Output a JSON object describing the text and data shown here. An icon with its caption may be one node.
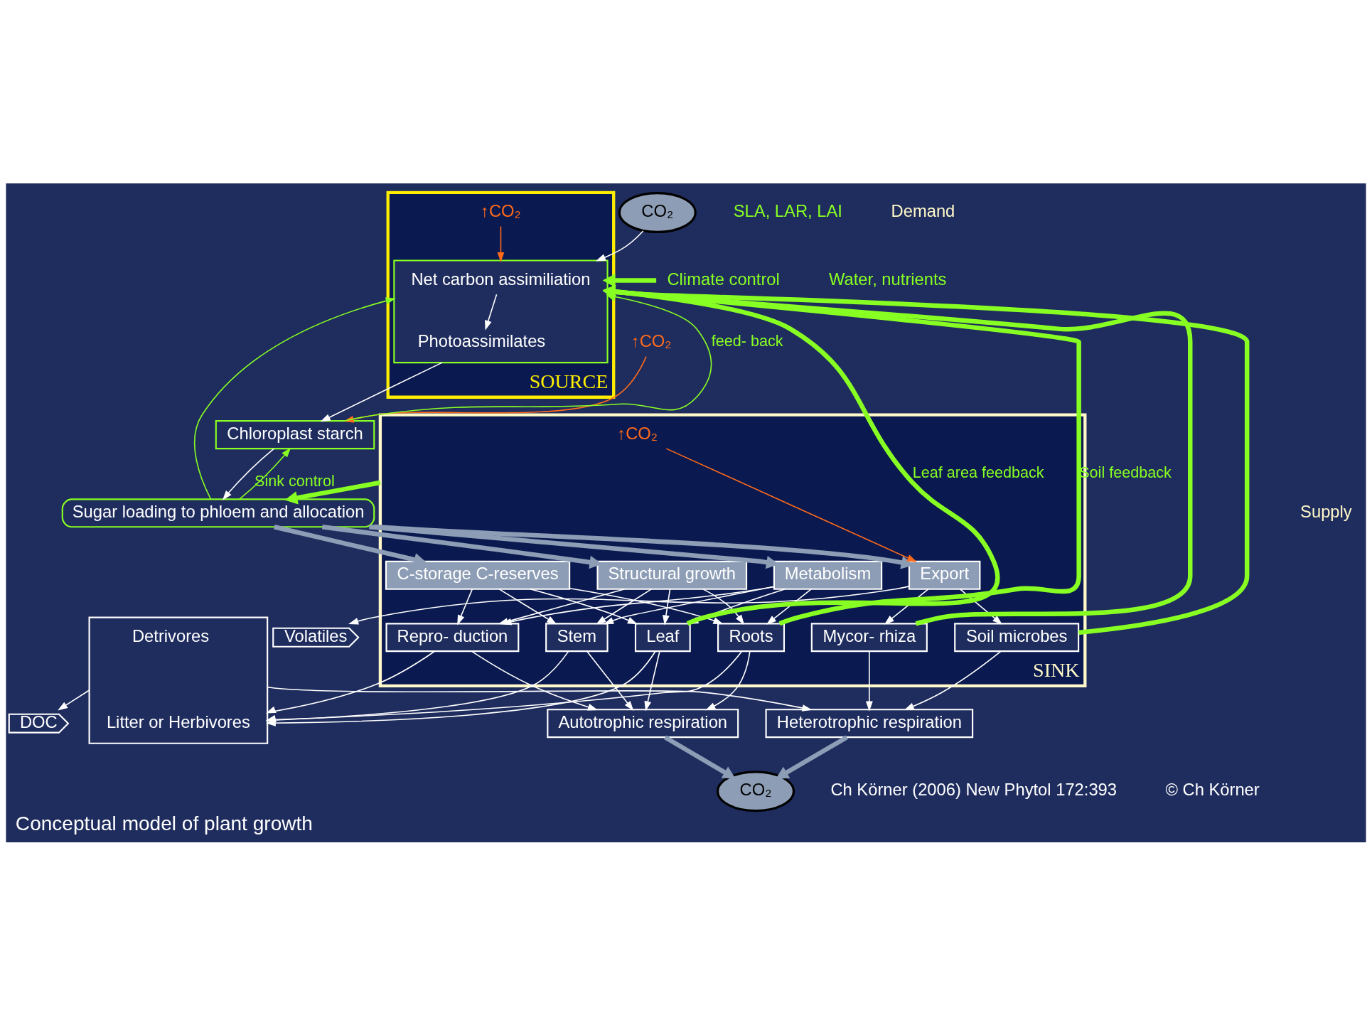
{
  "diagram": {
    "caption": "Conceptual model of plant growth",
    "nodes": [
      {
        "text": [
          "CO₂"
        ]
      },
      {
        "text": [
          "SOURCE"
        ]
      },
      {
        "text": [],
        "shape": "box",
        "in": 1
      },
      {
        "text": [
          "Net carbon assimiliation"
        ],
        "in": 2
      },
      {
        "text": [
          "Photoassimilates"
        ],
        "in": 2
      },
      {
        "text": [
          "↑CO₂"
        ],
        "in": 1
      },
      {
        "text": [
          "↑CO₂"
        ]
      },
      {
        "text": [
          "Chloroplast starch"
        ]
      },
      {
        "text": [
          "Sugar loading to phloem and allocation"
        ]
      },
      {
        "text": [
          "Climate control"
        ]
      },
      {
        "text": [
          "SINK"
        ]
      },
      {
        "text": [
          "↑CO₂"
        ],
        "in": 10
      },
      {
        "text": [
          "C-storage C-reserves"
        ],
        "in": 10
      },
      {
        "text": [
          "Structural growth"
        ],
        "in": 10
      },
      {
        "text": [
          "Metabolism"
        ],
        "in": 10
      },
      {
        "text": [
          "Export"
        ],
        "in": 10
      },
      {
        "text": [
          "Leaf"
        ],
        "in": 10
      },
      {
        "text": [
          "Stem"
        ],
        "in": 10
      },
      {
        "text": [
          "Repro- duction"
        ],
        "in": 10
      },
      {
        "text": [
          "Roots"
        ],
        "in": 10
      },
      {
        "text": [
          "Mycor- rhiza"
        ],
        "in": 10
      },
      {
        "text": [
          "Soil microbes"
        ],
        "in": 10
      },
      {
        "text": [],
        "shape": "box"
      },
      {
        "text": [
          "Litter or Herbivores"
        ],
        "in": 22
      },
      {
        "text": [
          "Detrivores"
        ],
        "in": 22
      },
      {
        "text": [
          "Volatiles"
        ]
      },
      {
        "text": [
          "DOC"
        ]
      },
      {
        "text": [
          "Autotrophic respiration"
        ]
      },
      {
        "text": [
          "Heterotrophic respiration"
        ]
      },
      {
        "text": [
          "CO₂"
        ]
      }
    ],
    "edges": [
      {
        "from": 0,
        "to": 2,
        "arrow": "to"
      },
      {
        "from": 3,
        "to": 4,
        "arrow": "to"
      },
      {
        "from": 5,
        "to": 2,
        "arrow": "to",
        "color": "#ff6a1a"
      },
      {
        "from": 6,
        "to": 7,
        "arrow": "to",
        "color": "#ff6a1a"
      },
      {
        "from": 11,
        "to": 15,
        "arrow": "to",
        "color": "#ff6a1a"
      },
      {
        "from": 2,
        "to": 7,
        "arrow": "to"
      },
      {
        "from": 7,
        "to": 2,
        "arrow": "to",
        "label": "feed- back",
        "color": "#88ff22"
      },
      {
        "from": 7,
        "to": 8,
        "arrow": "to"
      },
      {
        "from": 8,
        "to": 7,
        "arrow": "to",
        "color": "#88ff22"
      },
      {
        "from": 8,
        "to": 2,
        "arrow": "to",
        "color": "#88ff22"
      },
      {
        "from": 9,
        "to": 2,
        "arrow": "to",
        "style": "thick",
        "color": "#88ff22"
      },
      {
        "from": 16,
        "to": 2,
        "arrow": "to",
        "label": "Leaf area feedback",
        "style": "thick",
        "color": "#88ff22"
      },
      {
        "from": 19,
        "to": 2,
        "arrow": "to",
        "label": "Soil feedback",
        "style": "thick",
        "color": "#88ff22"
      },
      {
        "from": 20,
        "to": 2,
        "arrow": "to",
        "style": "thick",
        "color": "#88ff22"
      },
      {
        "from": 21,
        "to": 2,
        "arrow": "to",
        "style": "thick",
        "color": "#88ff22"
      },
      {
        "from": 10,
        "to": 8,
        "arrow": "to",
        "label": "Sink control",
        "style": "thick",
        "color": "#88ff22"
      },
      {
        "from": 8,
        "to": 12,
        "arrow": "to",
        "style": "thick",
        "color": "#8c9db5"
      },
      {
        "from": 8,
        "to": 13,
        "arrow": "to",
        "style": "thick",
        "color": "#8c9db5"
      },
      {
        "from": 8,
        "to": 14,
        "arrow": "to",
        "style": "thick",
        "color": "#8c9db5"
      },
      {
        "from": 8,
        "to": 15,
        "arrow": "to",
        "style": "thick",
        "color": "#8c9db5"
      },
      {
        "from": 12,
        "to": 16,
        "arrow": "to"
      },
      {
        "from": 12,
        "to": 17,
        "arrow": "to"
      },
      {
        "from": 12,
        "to": 18,
        "arrow": "to"
      },
      {
        "from": 12,
        "to": 19,
        "arrow": "to"
      },
      {
        "from": 13,
        "to": 16,
        "arrow": "to"
      },
      {
        "from": 13,
        "to": 17,
        "arrow": "to"
      },
      {
        "from": 13,
        "to": 18,
        "arrow": "to"
      },
      {
        "from": 13,
        "to": 19,
        "arrow": "to"
      },
      {
        "from": 14,
        "to": 16,
        "arrow": "to"
      },
      {
        "from": 14,
        "to": 17,
        "arrow": "to"
      },
      {
        "from": 14,
        "to": 18,
        "arrow": "to"
      },
      {
        "from": 14,
        "to": 19,
        "arrow": "to"
      },
      {
        "from": 15,
        "to": 20,
        "arrow": "to"
      },
      {
        "from": 15,
        "to": 21,
        "arrow": "to"
      },
      {
        "from": 15,
        "to": 25,
        "arrow": "to"
      },
      {
        "from": 16,
        "to": 27,
        "arrow": "to"
      },
      {
        "from": 17,
        "to": 27,
        "arrow": "to"
      },
      {
        "from": 18,
        "to": 27,
        "arrow": "to"
      },
      {
        "from": 19,
        "to": 27,
        "arrow": "to"
      },
      {
        "from": 16,
        "to": 22,
        "arrow": "to"
      },
      {
        "from": 17,
        "to": 22,
        "arrow": "to"
      },
      {
        "from": 18,
        "to": 22,
        "arrow": "to"
      },
      {
        "from": 19,
        "to": 22,
        "arrow": "to"
      },
      {
        "from": 20,
        "to": 28,
        "arrow": "to"
      },
      {
        "from": 22,
        "to": 28,
        "arrow": "to"
      },
      {
        "from": 21,
        "to": 28,
        "arrow": "to"
      },
      {
        "from": 22,
        "to": 26,
        "arrow": "to"
      },
      {
        "from": 27,
        "to": 29,
        "arrow": "to",
        "style": "thick",
        "color": "#8c9db5"
      },
      {
        "from": 28,
        "to": 29,
        "arrow": "to",
        "style": "thick",
        "color": "#8c9db5"
      }
    ],
    "labels": [
      "SLA, LAR, LAI",
      "Water, nutrients",
      "Supply",
      "Demand",
      "Ch Körner (2006) New Phytol 172:393",
      "© Ch Körner"
    ]
  }
}
